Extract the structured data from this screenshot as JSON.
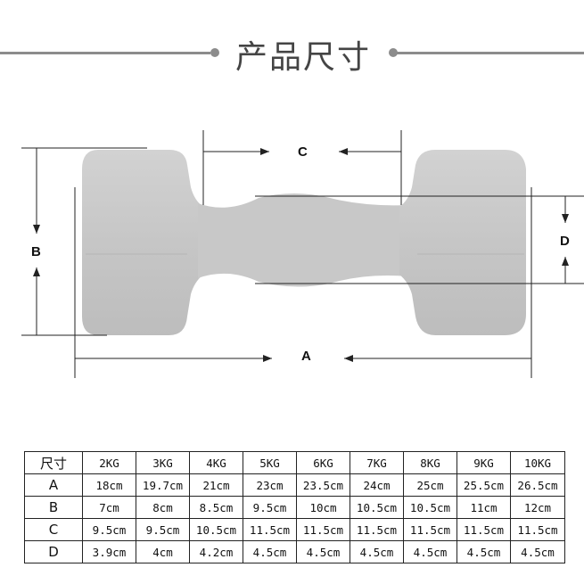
{
  "title": "产品尺寸",
  "dimension_labels": {
    "A": "A",
    "B": "B",
    "C": "C",
    "D": "D"
  },
  "table": {
    "corner": "尺寸",
    "columns": [
      "2KG",
      "3KG",
      "4KG",
      "5KG",
      "6KG",
      "7KG",
      "8KG",
      "9KG",
      "10KG"
    ],
    "rows": [
      {
        "label": "A",
        "values": [
          "18cm",
          "19.7cm",
          "21cm",
          "23cm",
          "23.5cm",
          "24cm",
          "25cm",
          "25.5cm",
          "26.5cm"
        ]
      },
      {
        "label": "B",
        "values": [
          "7cm",
          "8cm",
          "8.5cm",
          "9.5cm",
          "10cm",
          "10.5cm",
          "10.5cm",
          "11cm",
          "12cm"
        ]
      },
      {
        "label": "C",
        "values": [
          "9.5cm",
          "9.5cm",
          "10.5cm",
          "11.5cm",
          "11.5cm",
          "11.5cm",
          "11.5cm",
          "11.5cm",
          "11.5cm"
        ]
      },
      {
        "label": "D",
        "values": [
          "3.9cm",
          "4cm",
          "4.2cm",
          "4.5cm",
          "4.5cm",
          "4.5cm",
          "4.5cm",
          "4.5cm",
          "4.5cm"
        ]
      }
    ]
  },
  "colors": {
    "dumbbell": "#c9c9c9",
    "dumbbell_shade": "#b8b8b8",
    "line": "#222222",
    "title": "#444444"
  }
}
